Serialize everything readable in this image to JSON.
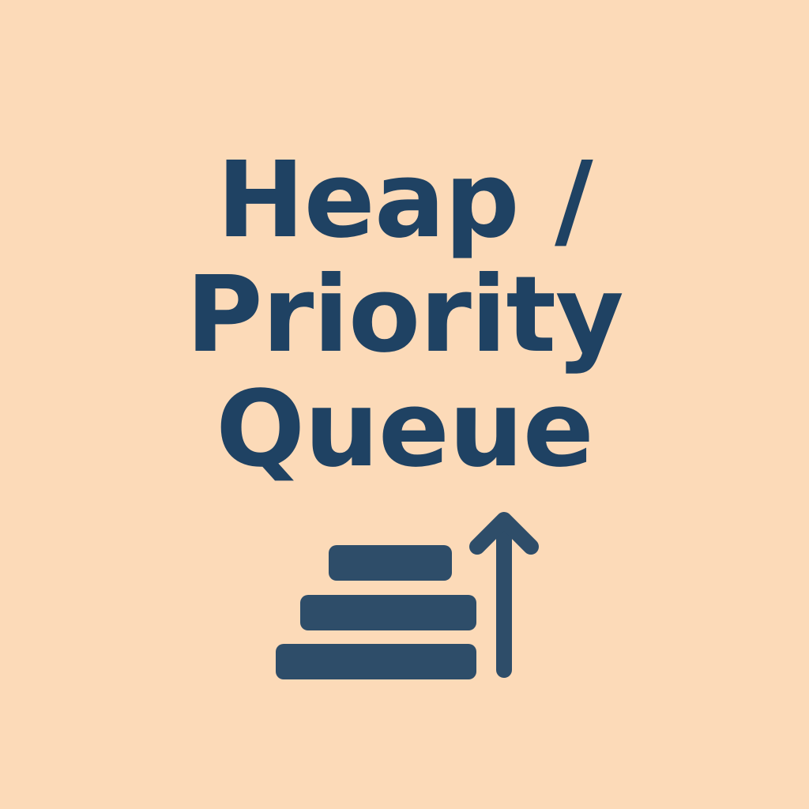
{
  "title": {
    "lines": [
      "Heap /",
      "Priority",
      "Queue"
    ]
  },
  "icon": {
    "name": "stacked-bars-up-arrow-icon",
    "color": "#2E4D69"
  },
  "colors": {
    "background": "#FCDAB8",
    "text": "#1F4263"
  }
}
